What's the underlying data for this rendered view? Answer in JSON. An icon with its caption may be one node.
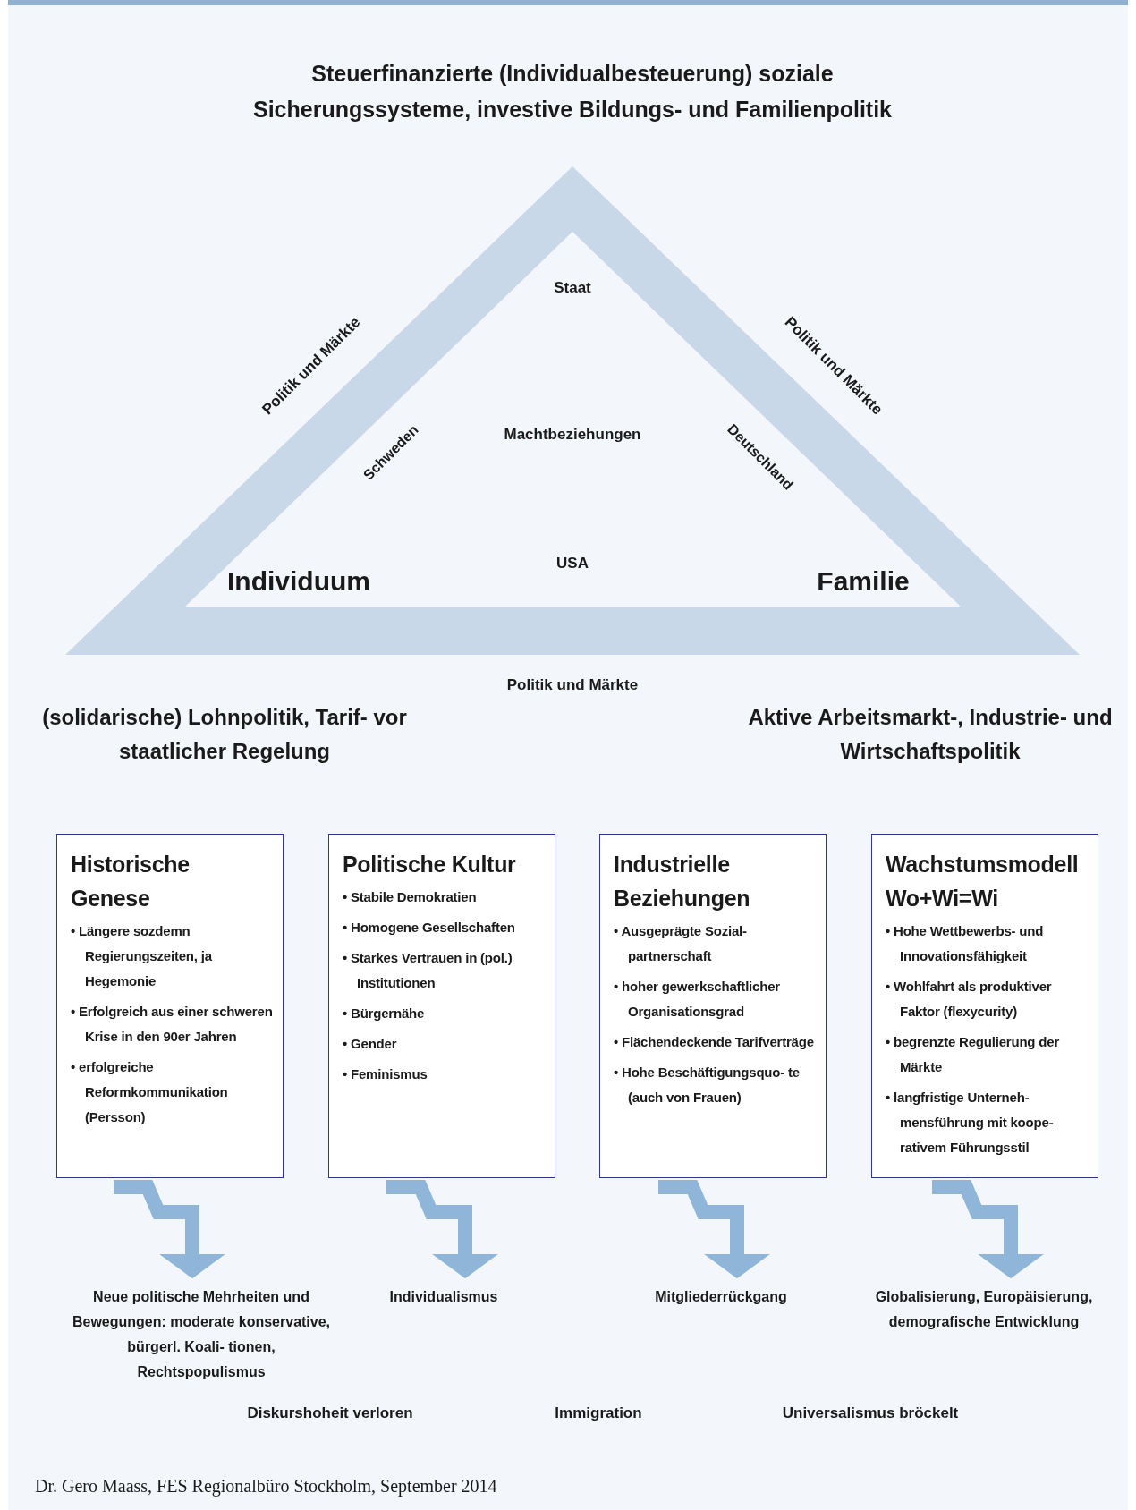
{
  "diagram": {
    "caption": "Dr. Gero Maass, FES Regionalbüro Stockholm, September 2014",
    "nodes": [
      {
        "text": [
          "Historische Genese",
          "• Längere sozdemn Regierungszeiten, ja Hegemonie",
          "• Erfolgreich aus einer schweren Krise in den 90er Jahren",
          "• erfolgreiche Reformkommunikation (Persson)"
        ]
      },
      {
        "text": [
          "Politische Kultur",
          "• Stabile Demokratien",
          "• Homogene Gesellschaften",
          "• Starkes Vertrauen in (pol.) Institutionen",
          "• Bürgernähe",
          "• Gender",
          "• Feminismus"
        ]
      },
      {
        "text": [
          "Industrielle Beziehungen",
          "• Ausgeprägte Sozial- partnerschaft",
          "• hoher gewerkschaftlicher Organisationsgrad",
          "• Flächendeckende Tarifverträge",
          "• Hohe Beschäftigungsquo- te (auch von Frauen)"
        ]
      },
      {
        "text": [
          "Wachstumsmodell Wo+Wi=Wi",
          "• Hohe Wettbewerbs- und Innovationsfähigkeit",
          "• Wohlfahrt als produktiver Faktor (flexycurity)",
          "• begrenzte Regulierung der Märkte",
          "• langfristige Unterneh- mensführung mit koope- rativem Führungsstil"
        ]
      },
      {
        "text": [
          "Neue politische Mehrheiten und Bewegungen: moderate konservative, bürgerl. Koali- tionen, Rechtspopulismus"
        ]
      },
      {
        "text": [
          "Individualismus"
        ]
      },
      {
        "text": [
          "Mitgliederrückgang"
        ]
      },
      {
        "text": [
          "Globalisierung, Europäisierung, demografische Entwicklung"
        ]
      }
    ],
    "edges": [
      {
        "from": 0,
        "to": 4,
        "arrow": "to"
      },
      {
        "from": 1,
        "to": 5,
        "arrow": "to"
      },
      {
        "from": 2,
        "to": 6,
        "arrow": "to"
      },
      {
        "from": 3,
        "to": 7,
        "arrow": "to"
      }
    ],
    "labels": [
      "Steuerfinanzierte (Individualbesteuerung) soziale Sicherungssysteme, investive Bildungs- und Familienpolitik",
      "Staat",
      "Politik und Märkte",
      "Politik und Märkte",
      "Schweden",
      "Machtbeziehungen",
      "Deutschland",
      "USA",
      "Individuum",
      "Familie",
      "Politik und Märkte",
      "(solidarische) Lohnpolitik, Tarif- vor staatlicher Regelung",
      "Aktive Arbeitsmarkt-, Industrie- und Wirtschaftspolitik",
      "Diskurshoheit verloren",
      "Immigration",
      "Universalismus bröckelt"
    ]
  }
}
